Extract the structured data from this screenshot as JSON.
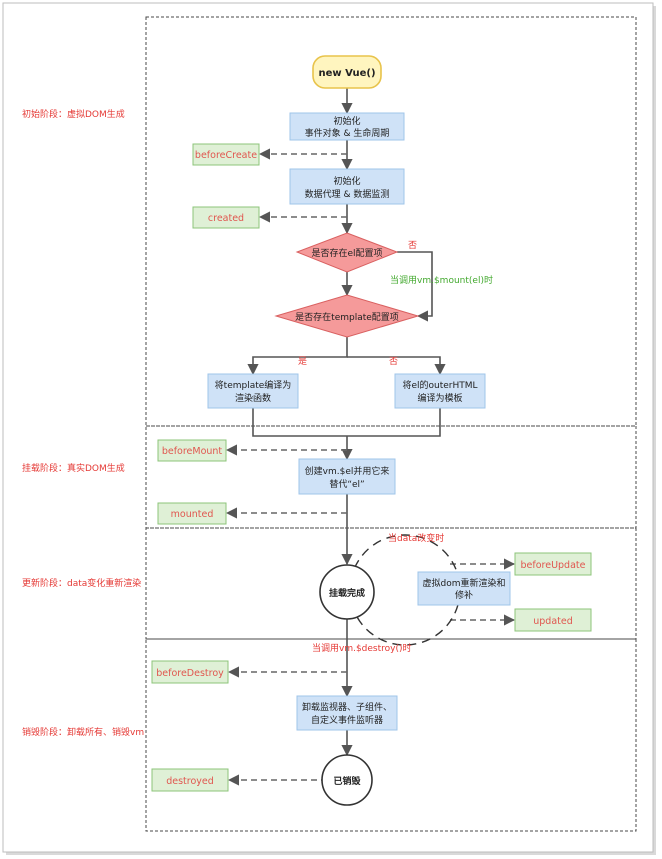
{
  "phases": {
    "init": "初始阶段：虚拟DOM生成",
    "mount": "挂载阶段：真实DOM生成",
    "update": "更新阶段：data变化重新渲染",
    "destroy": "销毁阶段：卸载所有、销毁vm"
  },
  "nodes": {
    "start": "new Vue()",
    "init1": [
      "初始化",
      "事件对象 & 生命周期"
    ],
    "init2": [
      "初始化",
      "数据代理 & 数据监测"
    ],
    "decision_el": "是否存在el配置项",
    "decision_template": "是否存在template配置项",
    "compile_template": [
      "将template编译为",
      "渲染函数"
    ],
    "compile_outer": [
      "将el的outerHTML",
      "编译为模板"
    ],
    "create_el": [
      "创建vm.$el并用它来",
      "替代“el”"
    ],
    "mounted_circle": "挂载完成",
    "patch": [
      "虚拟dom重新渲染和",
      "修补"
    ],
    "teardown": [
      "卸载监视器、子组件、",
      "自定义事件监听器"
    ],
    "destroyed_circle": "已销毁"
  },
  "hooks": {
    "beforeCreate": "beforeCreate",
    "created": "created",
    "beforeMount": "beforeMount",
    "mounted": "mounted",
    "beforeUpdate": "beforeUpdate",
    "updated": "updated",
    "beforeDestroy": "beforeDestroy",
    "destroyed": "destroyed"
  },
  "labels": {
    "no_el": "否",
    "call_mount": "当调用vm.$mount(el)时",
    "yes": "是",
    "no": "否",
    "data_change": "当data改变时",
    "call_destroy": "当调用vm.$destroy()时"
  },
  "colors": {
    "process_fill": "#cfe2f7",
    "hook_fill": "#dff0d6",
    "hook_text": "#e0564f",
    "decision_fill": "#f59a9a",
    "start_fill": "#fff5bf",
    "phase_text": "#e53935",
    "condition_text": "#43a92f"
  }
}
